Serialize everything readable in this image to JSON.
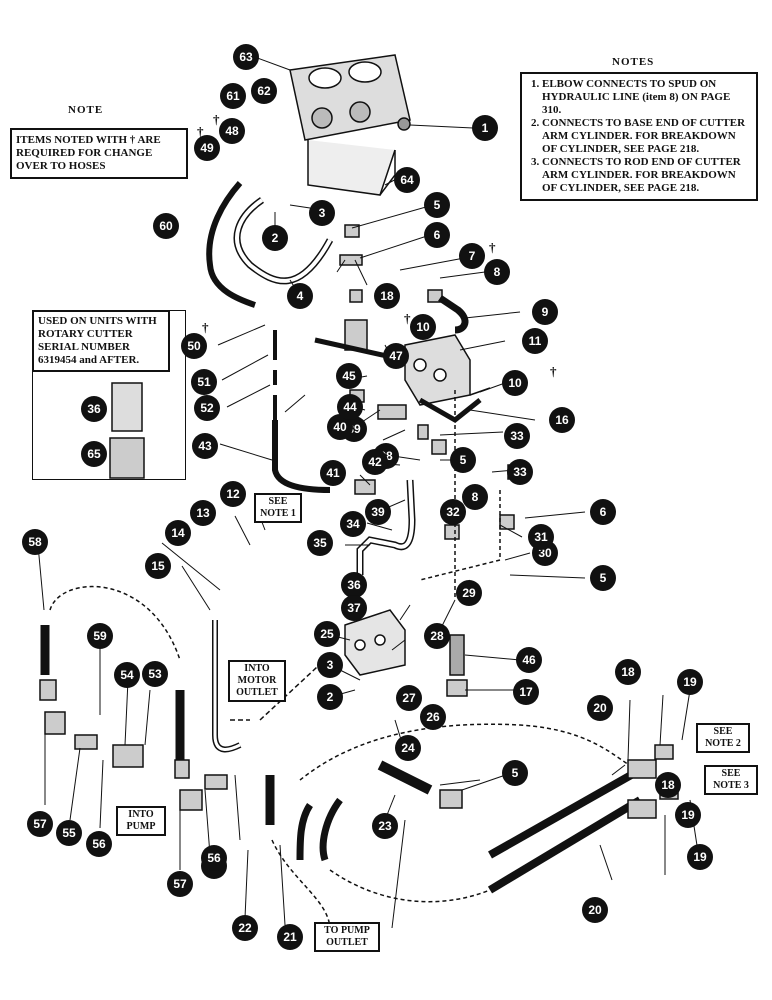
{
  "note_left": {
    "heading": "NOTE",
    "text": "ITEMS NOTED WITH † ARE REQUIRED FOR CHANGE OVER TO HOSES"
  },
  "notes_right": {
    "heading": "NOTES",
    "items": [
      "ELBOW CONNECTS TO SPUD ON HYDRAULIC LINE (item 8) ON PAGE 310.",
      "CONNECTS TO BASE END OF CUTTER ARM CYLINDER. FOR BREAKDOWN OF CYLINDER, SEE PAGE 218.",
      "CONNECTS TO ROD END OF CUTTER ARM CYLINDER. FOR BREAKDOWN OF CYLINDER, SEE PAGE 218."
    ]
  },
  "inset": {
    "text": "USED ON UNITS WITH ROTARY CUTTER SERIAL NUMBER 6319454 and AFTER."
  },
  "tags": {
    "see_note_1": "SEE NOTE 1",
    "see_note_2": "SEE NOTE 2",
    "see_note_3": "SEE NOTE 3",
    "into_motor_outlet": "INTO MOTOR OUTLET",
    "into_pump": "INTO PUMP",
    "to_pump_outlet": "TO PUMP OUTLET"
  },
  "dagger": "†",
  "callouts": [
    {
      "n": "1"
    },
    {
      "n": "2"
    },
    {
      "n": "2"
    },
    {
      "n": "3"
    },
    {
      "n": "3"
    },
    {
      "n": "4"
    },
    {
      "n": "5"
    },
    {
      "n": "5"
    },
    {
      "n": "5"
    },
    {
      "n": "5"
    },
    {
      "n": "6"
    },
    {
      "n": "6"
    },
    {
      "n": "7"
    },
    {
      "n": "8"
    },
    {
      "n": "8"
    },
    {
      "n": "9"
    },
    {
      "n": "10"
    },
    {
      "n": "10"
    },
    {
      "n": "11"
    },
    {
      "n": "12"
    },
    {
      "n": "13"
    },
    {
      "n": "14"
    },
    {
      "n": "15"
    },
    {
      "n": "16"
    },
    {
      "n": "17"
    },
    {
      "n": "18"
    },
    {
      "n": "18"
    },
    {
      "n": "18"
    },
    {
      "n": "19"
    },
    {
      "n": "19"
    },
    {
      "n": "19"
    },
    {
      "n": "20"
    },
    {
      "n": "20"
    },
    {
      "n": "21"
    },
    {
      "n": "22"
    },
    {
      "n": "23"
    },
    {
      "n": "24"
    },
    {
      "n": "25"
    },
    {
      "n": "26"
    },
    {
      "n": "27"
    },
    {
      "n": "28"
    },
    {
      "n": "29"
    },
    {
      "n": "30"
    },
    {
      "n": "31"
    },
    {
      "n": "32"
    },
    {
      "n": "33"
    },
    {
      "n": "33"
    },
    {
      "n": "34"
    },
    {
      "n": "35"
    },
    {
      "n": "36"
    },
    {
      "n": "36"
    },
    {
      "n": "37"
    },
    {
      "n": "38"
    },
    {
      "n": "39"
    },
    {
      "n": "39"
    },
    {
      "n": "40"
    },
    {
      "n": "41"
    },
    {
      "n": "42"
    },
    {
      "n": "43"
    },
    {
      "n": "44"
    },
    {
      "n": "45"
    },
    {
      "n": "46"
    },
    {
      "n": "47"
    },
    {
      "n": "48"
    },
    {
      "n": "49"
    },
    {
      "n": "50"
    },
    {
      "n": "51"
    },
    {
      "n": "52"
    },
    {
      "n": "53"
    },
    {
      "n": "54"
    },
    {
      "n": "55"
    },
    {
      "n": "55"
    },
    {
      "n": "56"
    },
    {
      "n": "56"
    },
    {
      "n": "57"
    },
    {
      "n": "57"
    },
    {
      "n": "58"
    },
    {
      "n": "59"
    },
    {
      "n": "60"
    },
    {
      "n": "61"
    },
    {
      "n": "62"
    },
    {
      "n": "63"
    },
    {
      "n": "64"
    },
    {
      "n": "65"
    }
  ]
}
